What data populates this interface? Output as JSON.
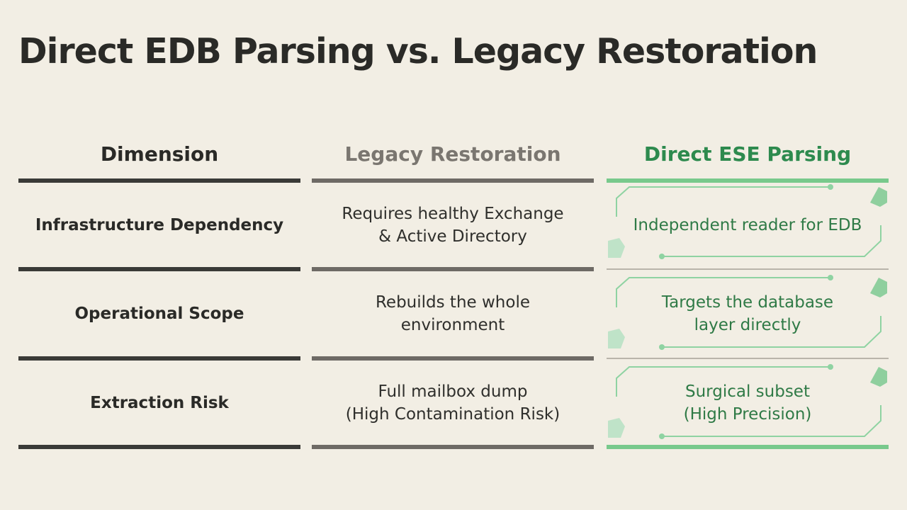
{
  "title": "Direct EDB Parsing vs. Legacy Restoration",
  "columns": {
    "dimension": "Dimension",
    "legacy": "Legacy Restoration",
    "direct": "Direct ESE Parsing"
  },
  "rows": [
    {
      "dimension": "Infrastructure Dependency",
      "legacy": [
        "Requires healthy Exchange",
        "& Active Directory"
      ],
      "direct": [
        "Independent reader for EDB"
      ]
    },
    {
      "dimension": "Operational Scope",
      "legacy": [
        "Rebuilds the whole",
        "environment"
      ],
      "direct": [
        "Targets the database",
        "layer directly"
      ]
    },
    {
      "dimension": "Extraction Risk",
      "legacy": [
        "Full mailbox dump",
        "(High Contamination Risk)"
      ],
      "direct": [
        "Surgical subset",
        "(High Precision)"
      ]
    }
  ],
  "colors": {
    "background": "#f2eee4",
    "text_dark": "#2a2a27",
    "legacy_gray": "#7a7670",
    "accent_green": "#2d8a4e",
    "accent_light_green": "#78c98c"
  },
  "icons": {
    "circuit_frame": "circuit-frame-icon",
    "hexagon": "hexagon-icon"
  }
}
